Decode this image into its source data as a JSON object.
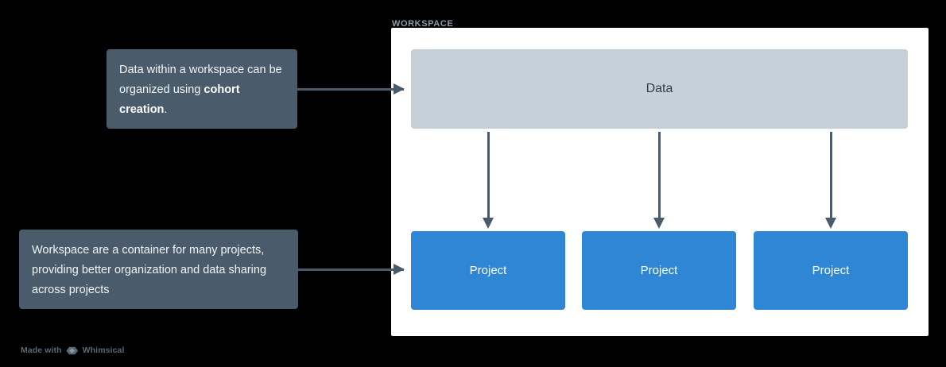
{
  "workspace": {
    "label": "WORKSPACE",
    "panel_color": "#ffffff"
  },
  "nodes": {
    "data": {
      "label": "Data",
      "color": "#c5d0d9",
      "text_color": "#2f3e4d"
    },
    "projects": [
      {
        "label": "Project",
        "color": "#2e86d4",
        "text_color": "#ffffff"
      },
      {
        "label": "Project",
        "color": "#2e86d4",
        "text_color": "#ffffff"
      },
      {
        "label": "Project",
        "color": "#2e86d4",
        "text_color": "#ffffff"
      }
    ]
  },
  "callouts": [
    {
      "text_plain": "Data within a workspace can be organized using cohort creation.",
      "text_before": "Data within a workspace can be organized using ",
      "text_bold": "cohort creation",
      "text_after": ".",
      "color": "#4a5b6b"
    },
    {
      "text_plain": "Workspace are a container for many projects, providing better organization and data sharing across projects",
      "color": "#4a5b6b"
    }
  ],
  "connectors": {
    "color": "#4a5b6b",
    "vertical_count": 3,
    "horizontal_count": 2
  },
  "watermark": {
    "prefix": "Made with",
    "brand": "Whimsical",
    "icon": "whimsical-diamond-logo",
    "color": "#5a6977"
  },
  "background_color": "#000000"
}
